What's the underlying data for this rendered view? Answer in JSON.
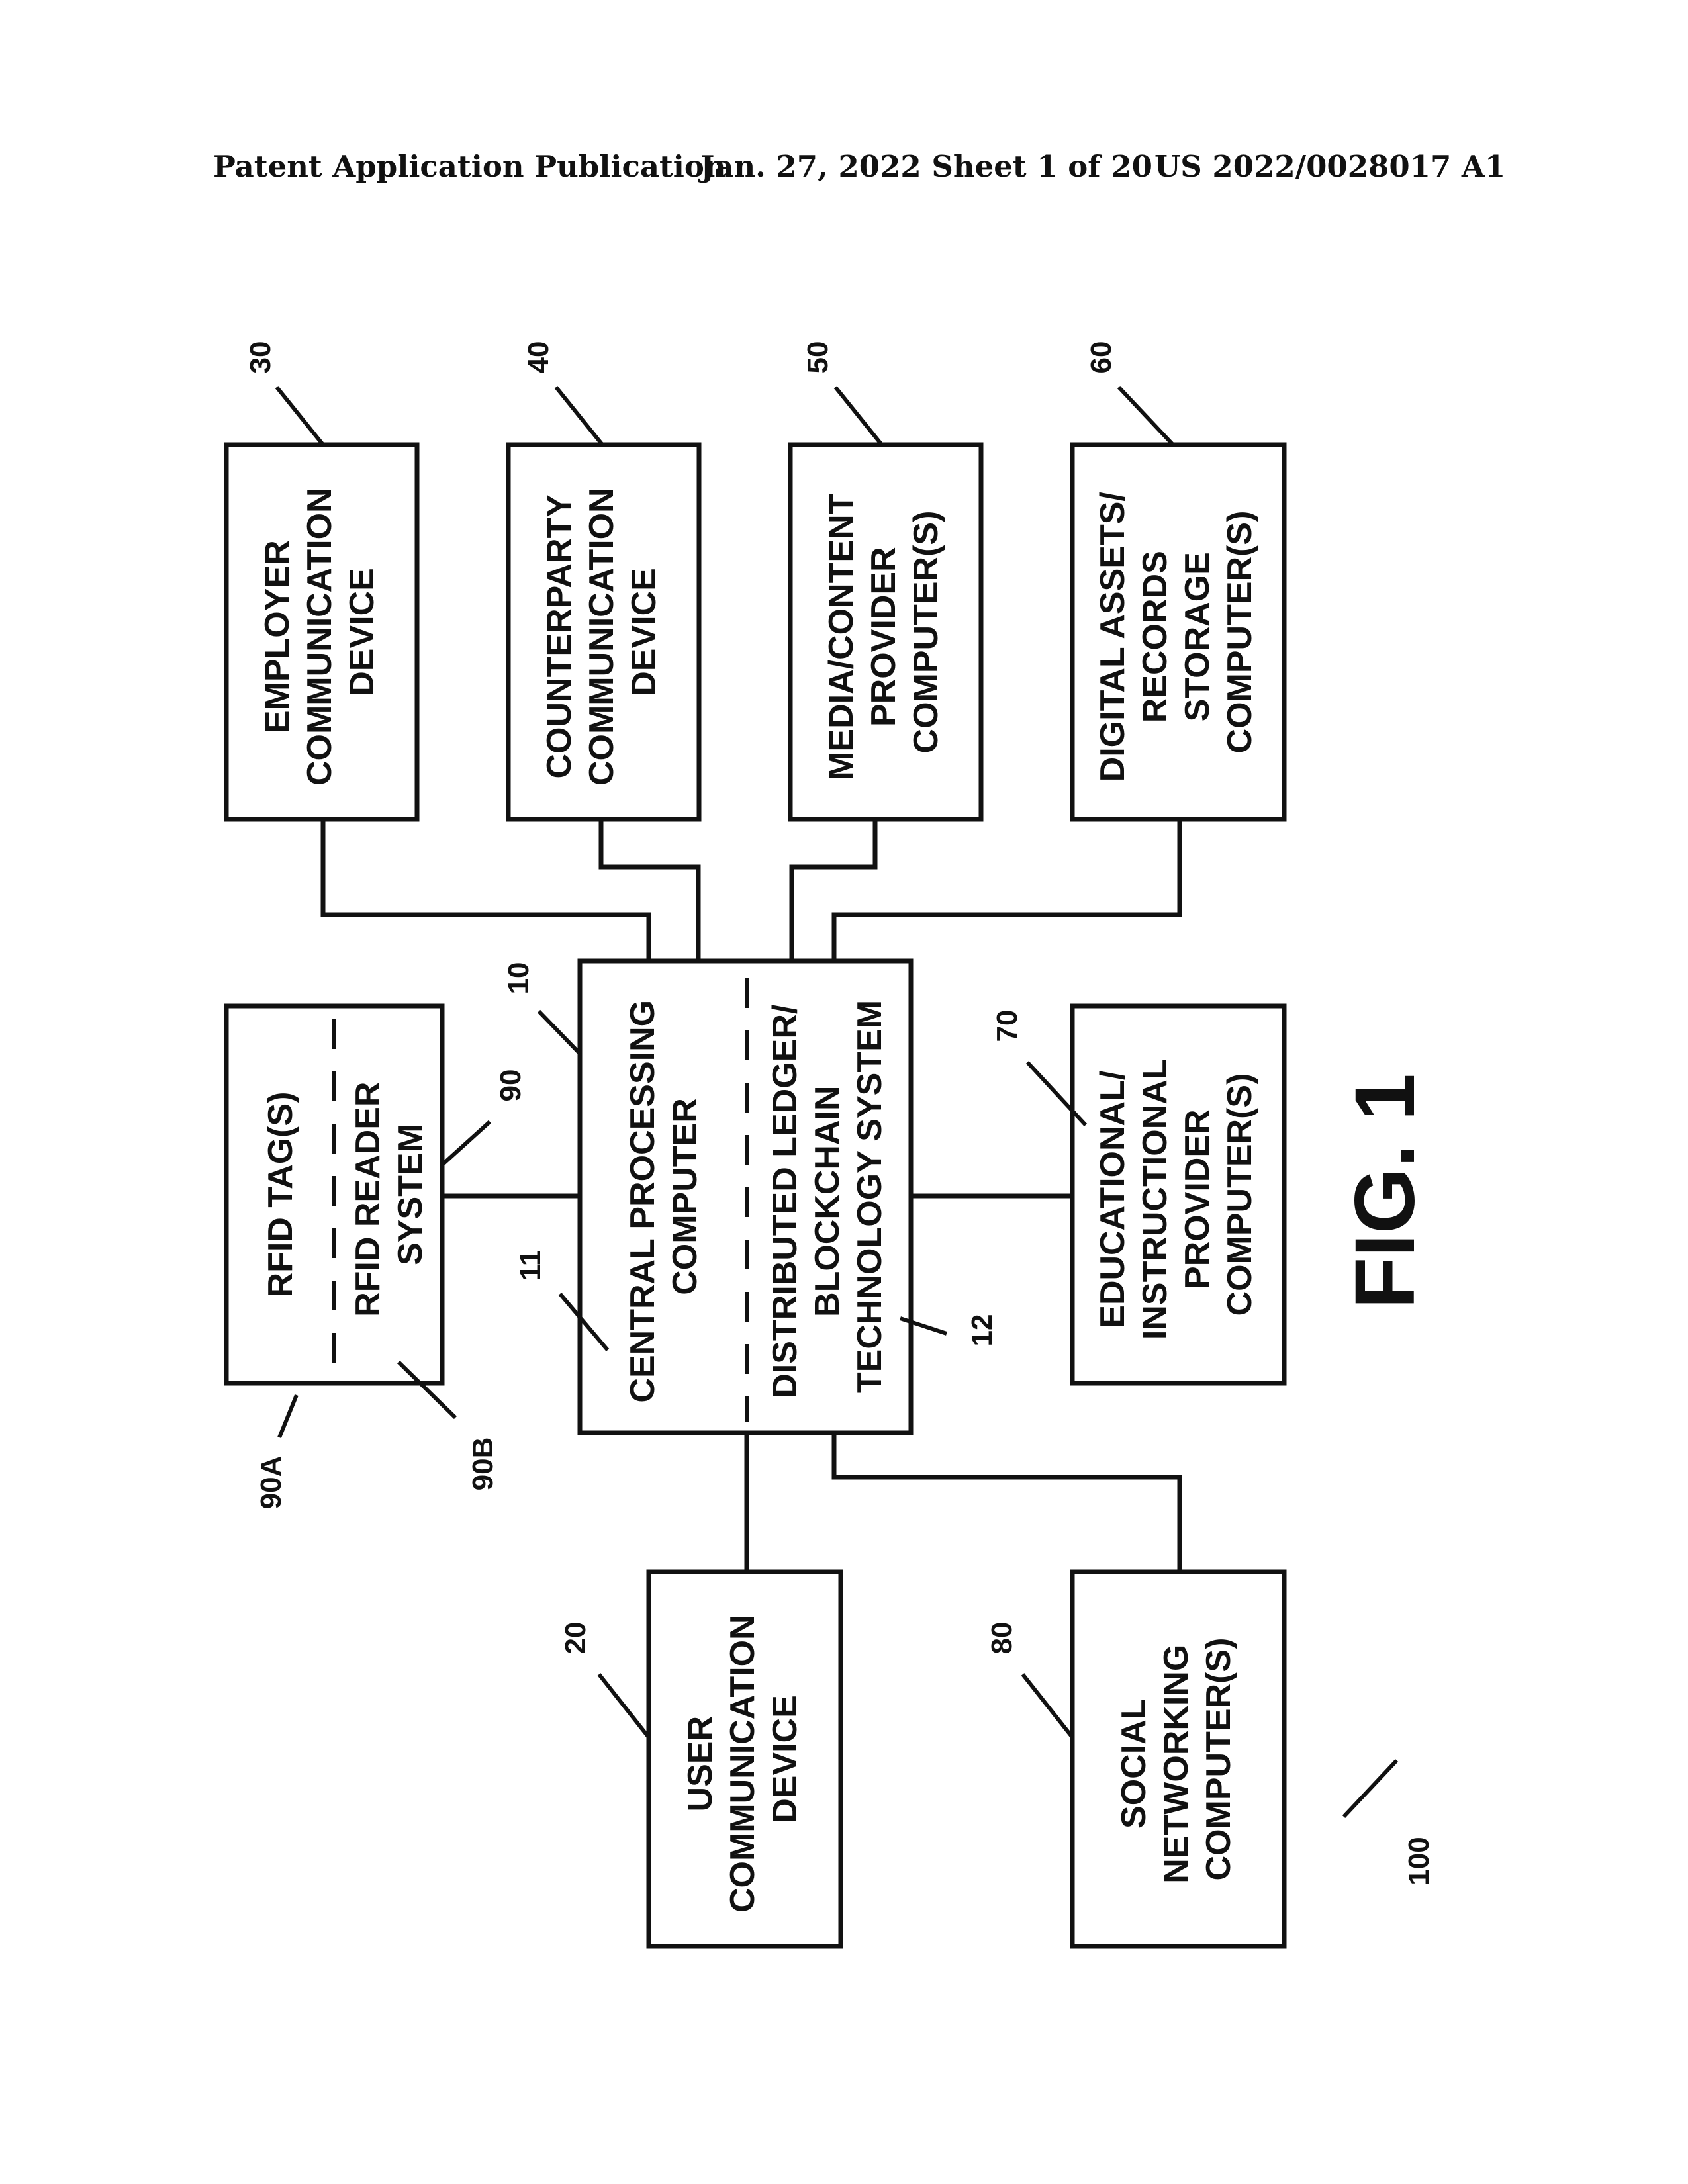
{
  "header": {
    "publication": "Patent Application Publication",
    "date_sheet": "Jan. 27, 2022  Sheet 1 of 20",
    "number": "US 2022/0028017 A1"
  },
  "boxes": {
    "central_top": [
      "CENTRAL PROCESSING",
      "COMPUTER"
    ],
    "central_bottom": [
      "DISTRIBUTED LEDGER/",
      "BLOCKCHAIN",
      "TECHNOLOGY SYSTEM"
    ],
    "employer": [
      "EMPLOYER",
      "COMMUNICATION",
      "DEVICE"
    ],
    "counterparty": [
      "COUNTERPARTY",
      "COMMUNICATION",
      "DEVICE"
    ],
    "media": [
      "MEDIA/CONTENT",
      "PROVIDER",
      "COMPUTER(S)"
    ],
    "digital": [
      "DIGITAL ASSETS/",
      "RECORDS",
      "STORAGE",
      "COMPUTER(S)"
    ],
    "rfid_tag": [
      "RFID TAG(S)"
    ],
    "rfid_reader": [
      "RFID READER",
      "SYSTEM"
    ],
    "educational": [
      "EDUCATIONAL/",
      "INSTRUCTIONAL",
      "PROVIDER",
      "COMPUTER(S)"
    ],
    "user": [
      "USER",
      "COMMUNICATION",
      "DEVICE"
    ],
    "social": [
      "SOCIAL",
      "NETWORKING",
      "COMPUTER(S)"
    ]
  },
  "refs": {
    "r10": "10",
    "r11": "11",
    "r12": "12",
    "r20": "20",
    "r30": "30",
    "r40": "40",
    "r50": "50",
    "r60": "60",
    "r70": "70",
    "r80": "80",
    "r90": "90",
    "r90a": "90A",
    "r90b": "90B",
    "r100": "100"
  },
  "figure_label": "FIG. 1"
}
